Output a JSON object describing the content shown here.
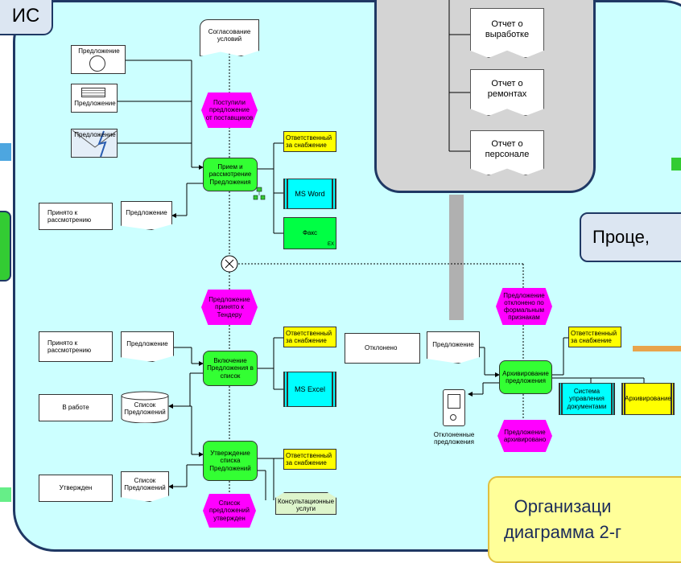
{
  "top_left_tab": "ИС",
  "reports_panel": {
    "items": [
      "Отчет о\nвыработке",
      "Отчет о\nремонтах",
      "Отчет о\nперсонале"
    ]
  },
  "callout_process": "Проце,",
  "callout_org": "Организаци\nдиаграмма 2-г",
  "nodes": {
    "agreement": "Согласование\nусловий",
    "doc_icon1": "Предложение",
    "doc_icon2": "Предложение",
    "doc_icon3": "Предложение",
    "event_received": "Поступили\nпредложение\nот поставщиков",
    "resp1": "Ответственный\nза снабжение",
    "func_receive": "Прием и\nрассмотрение\nПредложения",
    "ms_word": "MS Word",
    "fax": "Факс",
    "fax_ex": "EX",
    "accepted1_box": "Принято к\nрассмотрению",
    "proposal_doc1": "Предложение",
    "event_tender": "Предложение\nпринято к\nТендеру",
    "accepted2_box": "Принято к\nрассмотрению",
    "proposal_doc2": "Предложение",
    "resp2": "Ответственный\nза снабжение",
    "func_include": "Включение\nПредложения в\nсписок",
    "ms_excel": "MS Excel",
    "in_work": "В работе",
    "proposals_list_db": "Список\nПредложений",
    "func_approve": "Утверждение\nсписка\nПредложений",
    "resp3": "Ответственный\nза снабжение",
    "consulting": "Консультационные\nуслуги",
    "approved_box": "Утвержден",
    "proposals_list_doc": "Список\nПредложений",
    "event_list_approved": "Список\nпредложений\nутвержден",
    "event_rejected_formal": "Предложение\nотклонено по\nформальным\nпризнакам",
    "rejected_box": "Отклонено",
    "proposal_doc3": "Предложение",
    "resp4": "Ответственный\nза снабжение",
    "func_archive": "Архивирование\nпредложения",
    "doc_mgmt_system": "Система\nуправления\nдокументами",
    "archiving": "Архивирование",
    "rejected_proposals": "Отклоненные\nпредложения",
    "event_archived": "Предложение\nархивировано"
  },
  "colors": {
    "panel_fill": "#ccffff",
    "panel_border": "#1f3864",
    "function_green": "#33ff33",
    "event_magenta": "#ff00ff",
    "org_yellow": "#ffff00",
    "system_cyan": "#00ffff",
    "gray_panel": "#d4d4d4",
    "callout_blue": "#dce6f2",
    "callout_yellow": "#ffff99"
  }
}
